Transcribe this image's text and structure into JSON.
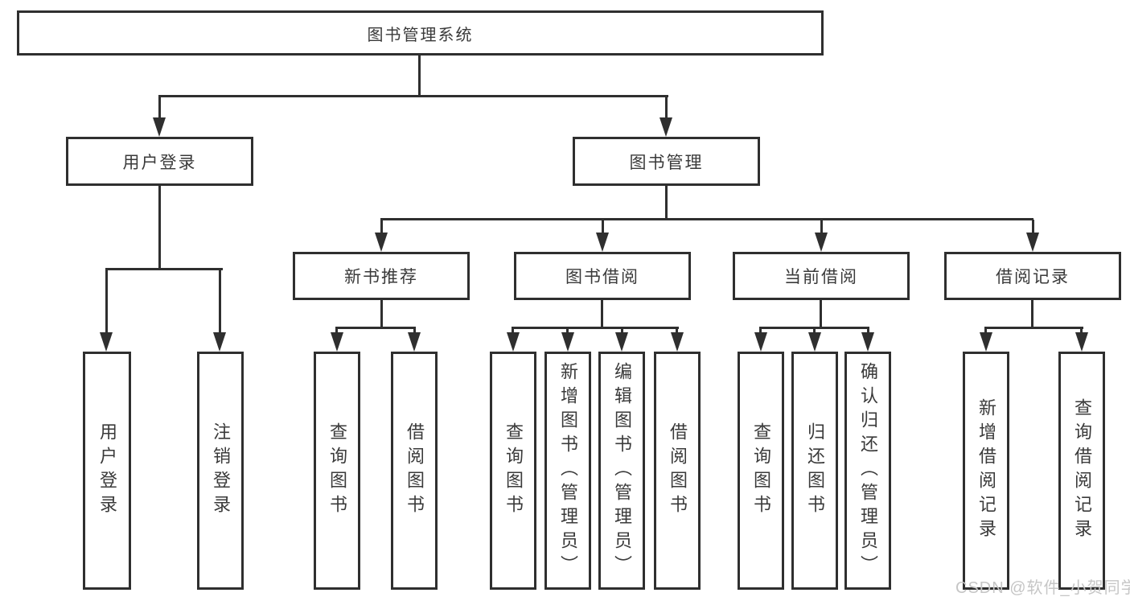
{
  "meta": {
    "background_color": "#ffffff",
    "line_color": "#2f2f2f",
    "text_color": "#3a3a3a"
  },
  "diagram": {
    "title": "图书管理系统",
    "nodes": {
      "root": "图书管理系统",
      "user_login": "用户登录",
      "book_mgmt": "图书管理",
      "new_book_rec": "新书推荐",
      "book_borrow": "图书借阅",
      "current_borrow": "当前借阅",
      "borrow_record": "借阅记录",
      "leaf_user_login": "用户登录",
      "leaf_logout": "注销登录",
      "leaf_query_book_a": "查询图书",
      "leaf_borrow_book_a": "借阅图书",
      "leaf_query_book_b": "查询图书",
      "leaf_add_book": "新增图书（管理员）",
      "leaf_edit_book": "编辑图书（管理员）",
      "leaf_borrow_book_b": "借阅图书",
      "leaf_query_book_c": "查询图书",
      "leaf_return_book": "归还图书",
      "leaf_confirm_return": "确认归还（管理员）",
      "leaf_add_record": "新增借阅记录",
      "leaf_query_record": "查询借阅记录"
    },
    "hierarchy": [
      {
        "parent": "图书管理系统",
        "children": [
          "用户登录",
          "图书管理"
        ]
      },
      {
        "parent": "用户登录",
        "children": [
          "用户登录",
          "注销登录"
        ]
      },
      {
        "parent": "图书管理",
        "children": [
          "新书推荐",
          "图书借阅",
          "当前借阅",
          "借阅记录"
        ]
      },
      {
        "parent": "新书推荐",
        "children": [
          "查询图书",
          "借阅图书"
        ]
      },
      {
        "parent": "图书借阅",
        "children": [
          "查询图书",
          "新增图书（管理员）",
          "编辑图书（管理员）",
          "借阅图书"
        ]
      },
      {
        "parent": "当前借阅",
        "children": [
          "查询图书",
          "归还图书",
          "确认归还（管理员）"
        ]
      },
      {
        "parent": "借阅记录",
        "children": [
          "新增借阅记录",
          "查询借阅记录"
        ]
      }
    ]
  },
  "watermark": {
    "text": "CSDN @软件_小贺同学",
    "color": "#c6c6c6"
  }
}
